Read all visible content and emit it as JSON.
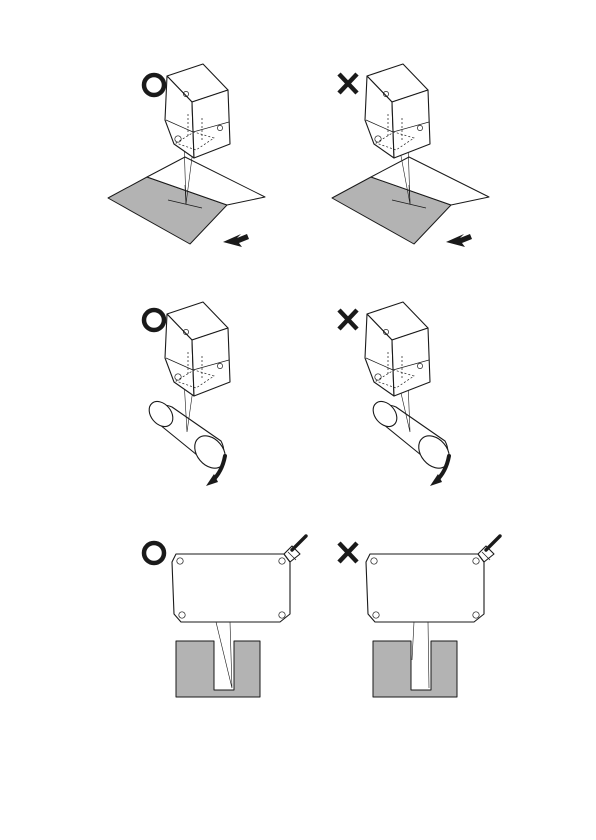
{
  "figure": {
    "rows": [
      {
        "id": "flat-surface-color-boundary",
        "left_mark": "correct",
        "right_mark": "incorrect"
      },
      {
        "id": "cylinder-rotation",
        "left_mark": "correct",
        "right_mark": "incorrect"
      },
      {
        "id": "groove-measurement",
        "left_mark": "correct",
        "right_mark": "incorrect"
      }
    ],
    "colors": {
      "line": "#1a1a1a",
      "surface_gray": "#b3b3b3",
      "background": "#ffffff"
    },
    "icons": {
      "correct": "circle-mark-icon",
      "incorrect": "cross-mark-icon",
      "motion": "arrow-icon"
    }
  }
}
